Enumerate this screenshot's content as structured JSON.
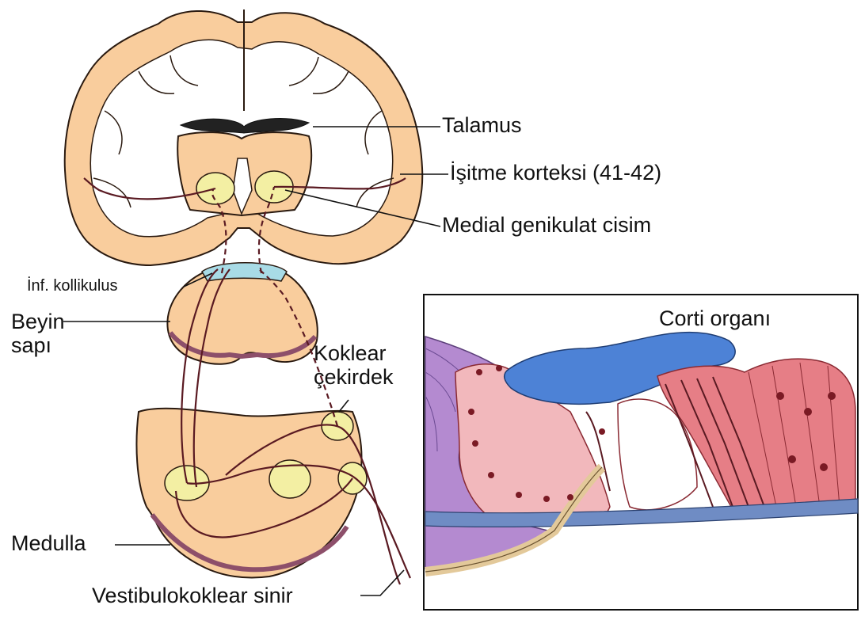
{
  "labels": {
    "talamus": "Talamus",
    "isitme_korteksi": "İşitme korteksi (41-42)",
    "medial_genikulat": "Medial genikulat cisim",
    "inf_kollikulus": "İnf. kollikulus",
    "beyin_line1": "Beyin",
    "beyin_line2": "sapı",
    "koklear_line1": "Koklear",
    "koklear_line2": "çekirdek",
    "medulla": "Medulla",
    "vestibulokoklear": "Vestibulokoklear sinir",
    "corti": "Corti organı"
  },
  "colors": {
    "tissue": "#f9cd9d",
    "tissue_outline": "#2a1a10",
    "nucleus": "#f3efa3",
    "colliculus": "#a8dbe6",
    "nerve": "#5a1a22",
    "purple": "#b48ad0",
    "tectorial": "#4d82d6",
    "hair_cells": "#e67e86",
    "support_cells": "#f2b8bc",
    "nerve_fiber": "#e3c99a"
  }
}
